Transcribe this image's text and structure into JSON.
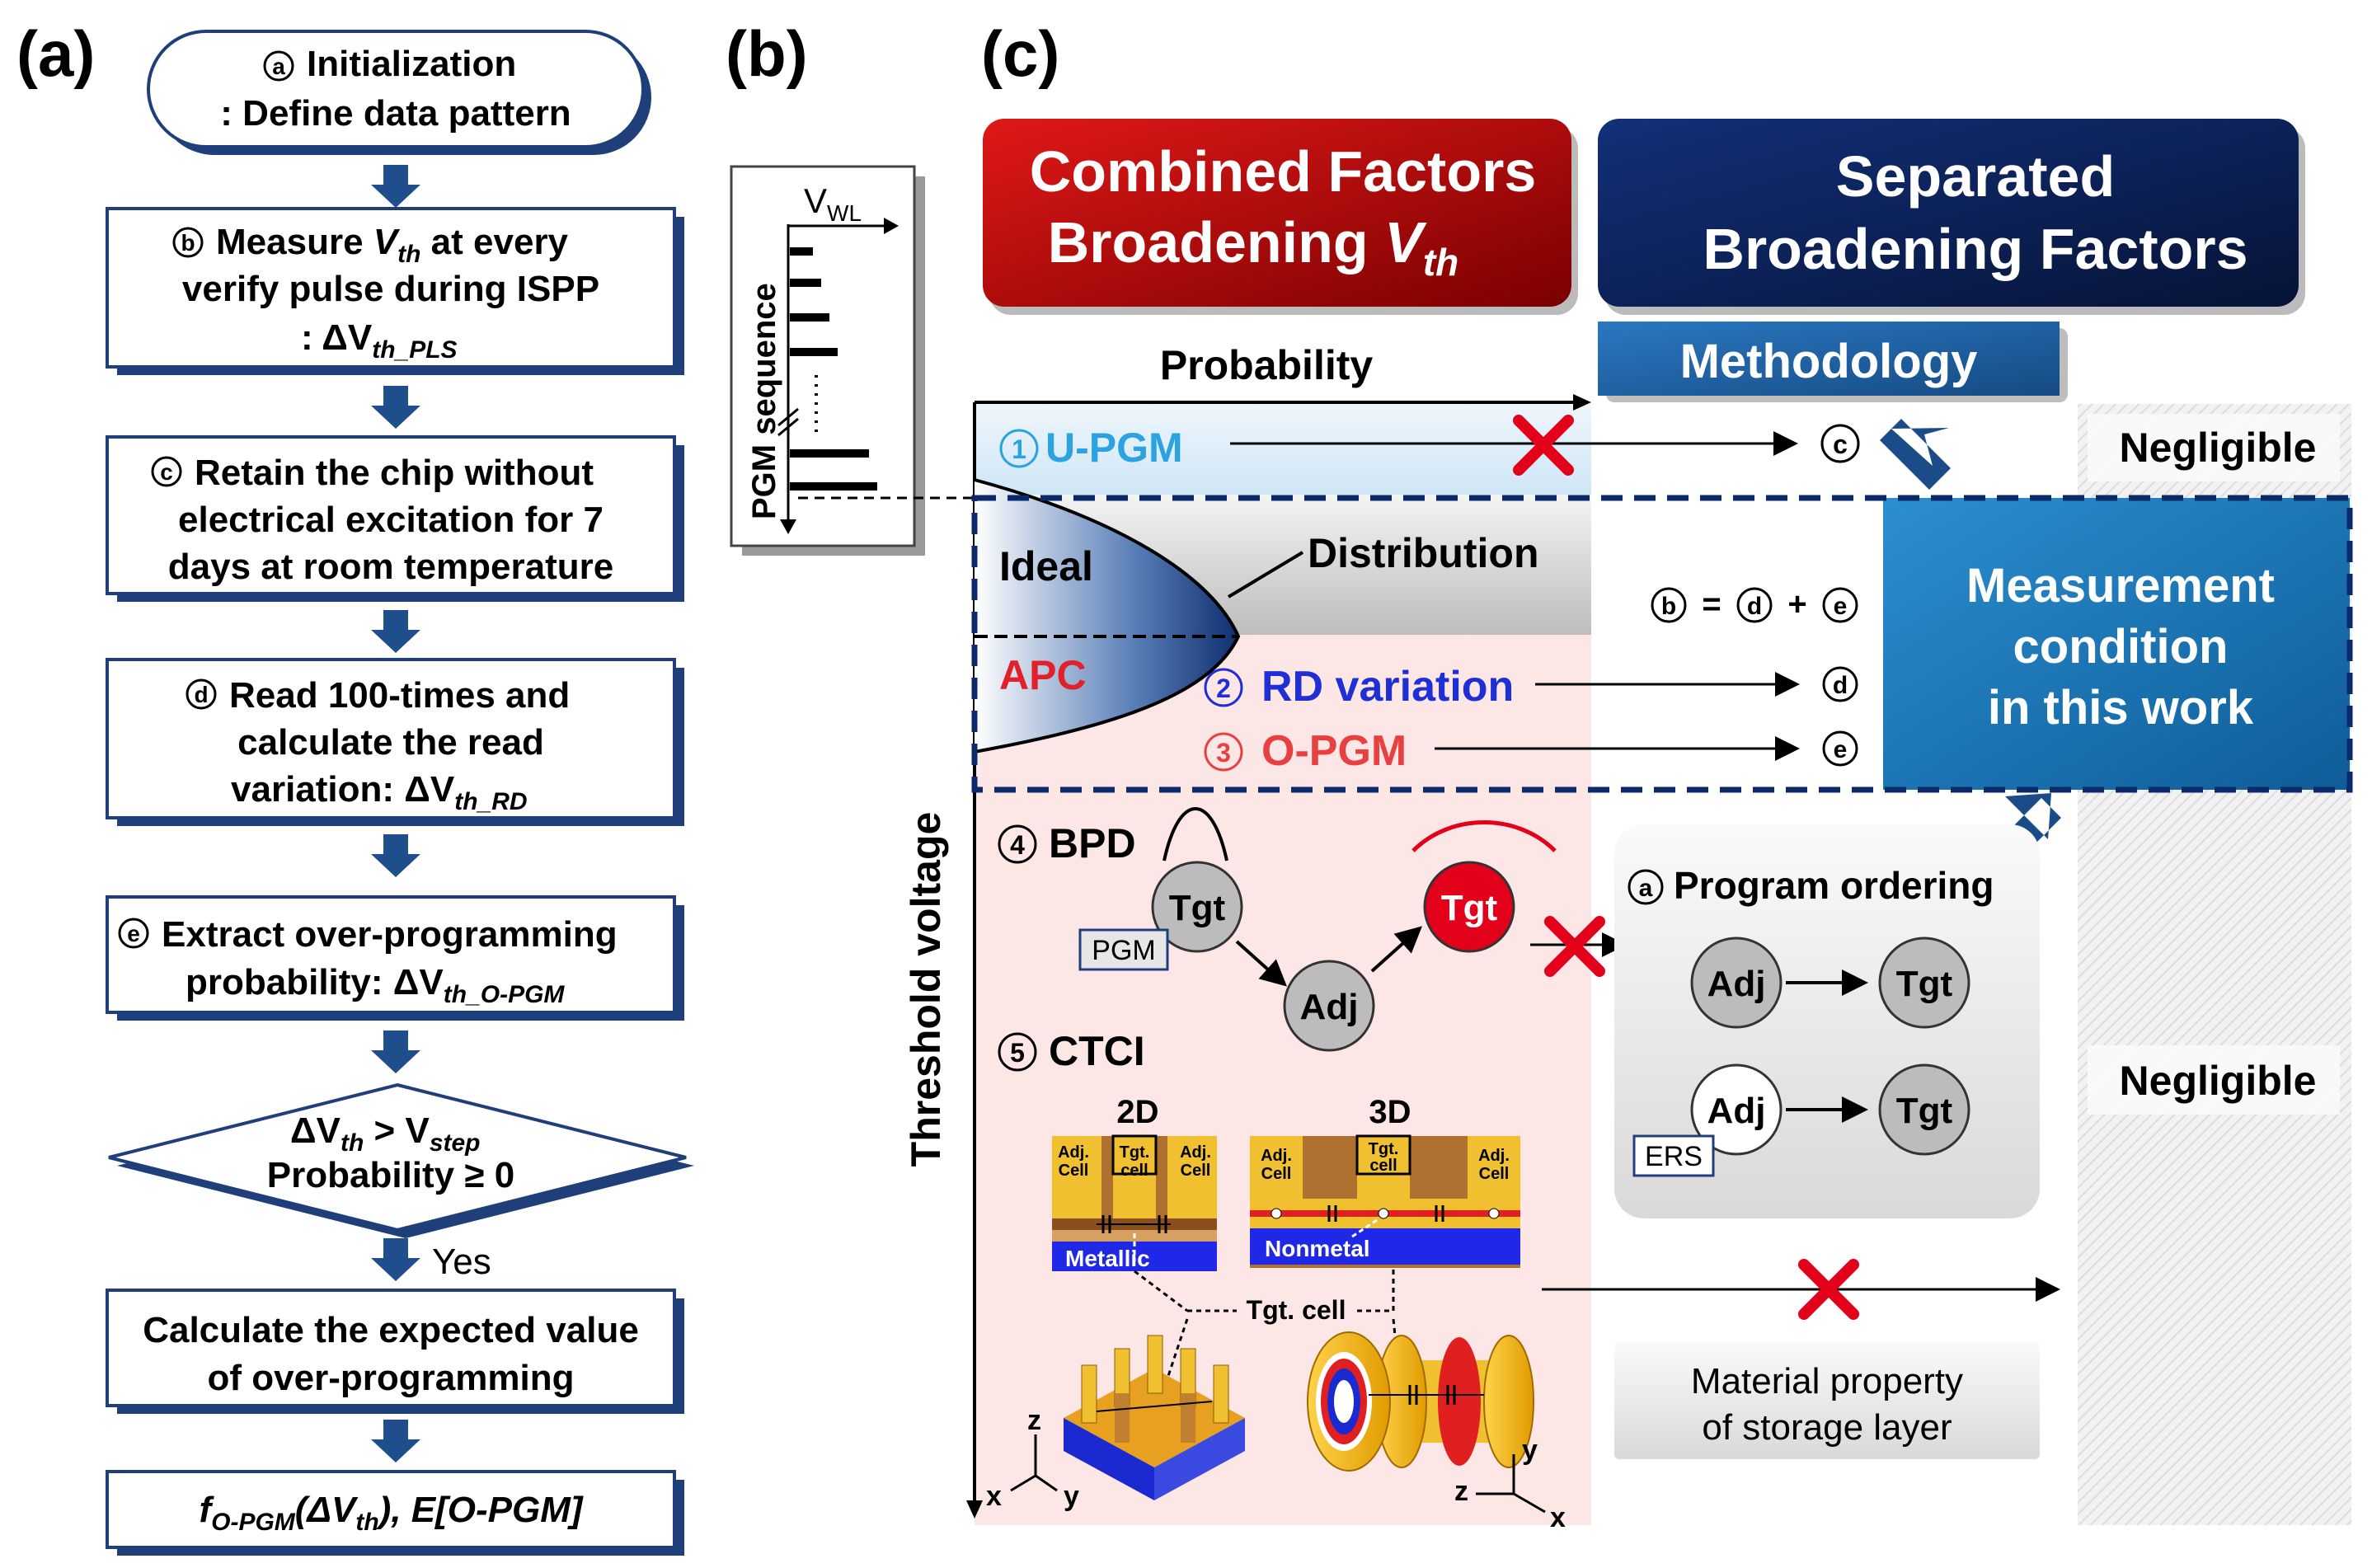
{
  "panels": {
    "a": "(a)",
    "b": "(b)",
    "c": "(c)"
  },
  "flowchart": {
    "step_a": {
      "marker": "a",
      "line1": "Initialization",
      "line2": ": Define data pattern"
    },
    "step_b": {
      "marker": "b",
      "line1_pre": "Measure ",
      "line1_v": "V",
      "line1_sub": "th",
      "line1_post": " at every",
      "line2": "verify pulse during ISPP",
      "line3_pre": ": ΔV",
      "line3_sub": "th_PLS"
    },
    "step_c": {
      "marker": "c",
      "line1": "Retain the chip without",
      "line2": "electrical excitation for 7",
      "line3": "days at room temperature"
    },
    "step_d": {
      "marker": "d",
      "line1": "Read 100-times and",
      "line2": "calculate the read",
      "line3_pre": "variation: ΔV",
      "line3_sub": "th_RD"
    },
    "step_e": {
      "marker": "e",
      "line1": "Extract over-programming",
      "line2_pre": "probability: ΔV",
      "line2_sub": "th_O-PGM"
    },
    "decision": {
      "l1_a": "ΔV",
      "l1_a_sub": "th",
      "l1_mid": " > V",
      "l1_b_sub": "step",
      "line2": "Probability ≥ 0"
    },
    "yes_label": "Yes",
    "calc": {
      "line1": "Calculate the expected value",
      "line2": "of over-programming"
    },
    "result": {
      "f": "f",
      "f_sub": "O-PGM",
      "mid": "(ΔV",
      "mid_sub": "th",
      "end": "), E[O-PGM]"
    }
  },
  "pgm_seq": {
    "axis_label": "PGM sequence",
    "v": "V",
    "v_sub": "WL"
  },
  "panel_c": {
    "header_left": {
      "line1": "Combined Factors",
      "line2": "Broadening ",
      "line2_v": "V",
      "line2_sub": "th"
    },
    "header_right": {
      "line1": "Separated",
      "line2": "Broadening Factors"
    },
    "methodology": "Methodology",
    "probability_axis": "Probability",
    "threshold_axis": "Threshold voltage",
    "u_pgm": {
      "marker": "1",
      "label": "U-PGM",
      "target": "c"
    },
    "negligible_top": "Negligible",
    "negligible_bottom": "Negligible",
    "ideal": "Ideal",
    "apc": "APC",
    "distribution": "Distribution",
    "equation": {
      "b": "b",
      "eq": "=",
      "d": "d",
      "plus": "+",
      "e": "e"
    },
    "rd_variation": {
      "marker": "2",
      "label": "RD variation",
      "target": "d"
    },
    "o_pgm": {
      "marker": "3",
      "label": "O-PGM",
      "target": "e"
    },
    "measurement": {
      "line1": "Measurement",
      "line2": "condition",
      "line3": "in this work"
    },
    "bpd": {
      "marker": "4",
      "label": "BPD",
      "tgt1": "Tgt",
      "pgm": "PGM",
      "adj": "Adj",
      "tgt2": "Tgt"
    },
    "program_ordering": {
      "marker": "a",
      "label": "Program ordering",
      "adj1": "Adj",
      "tgt1": "Tgt",
      "adj2": "Adj",
      "tgt2": "Tgt",
      "ers": "ERS"
    },
    "ctci": {
      "marker": "5",
      "label": "CTCI",
      "label_2d": "2D",
      "label_3d": "3D",
      "adj_cell": "Adj.",
      "cell": "Cell",
      "tgt_cell_small": "Tgt.",
      "tgt_cell_small2": "cell",
      "metallic": "Metallic",
      "nonmetal": "Nonmetal",
      "tgt_cell": "Tgt. cell",
      "axis_z": "z",
      "axis_x": "x",
      "axis_y": "y"
    },
    "material": {
      "line1": "Material property",
      "line2": "of storage layer"
    }
  },
  "colors": {
    "red_header": "#c00000",
    "navy_header": "#0b1f56",
    "methodology_blue": "#1f5f9e",
    "measurement_blue": "#1976b8",
    "upgm_cyan": "#2aa3e0",
    "rd_blue": "#1f2fd6",
    "opgm_red": "#e84040",
    "apc_red": "#e0202a",
    "cross_red": "#e3001b",
    "flow_arrow": "#1f4e8c"
  }
}
